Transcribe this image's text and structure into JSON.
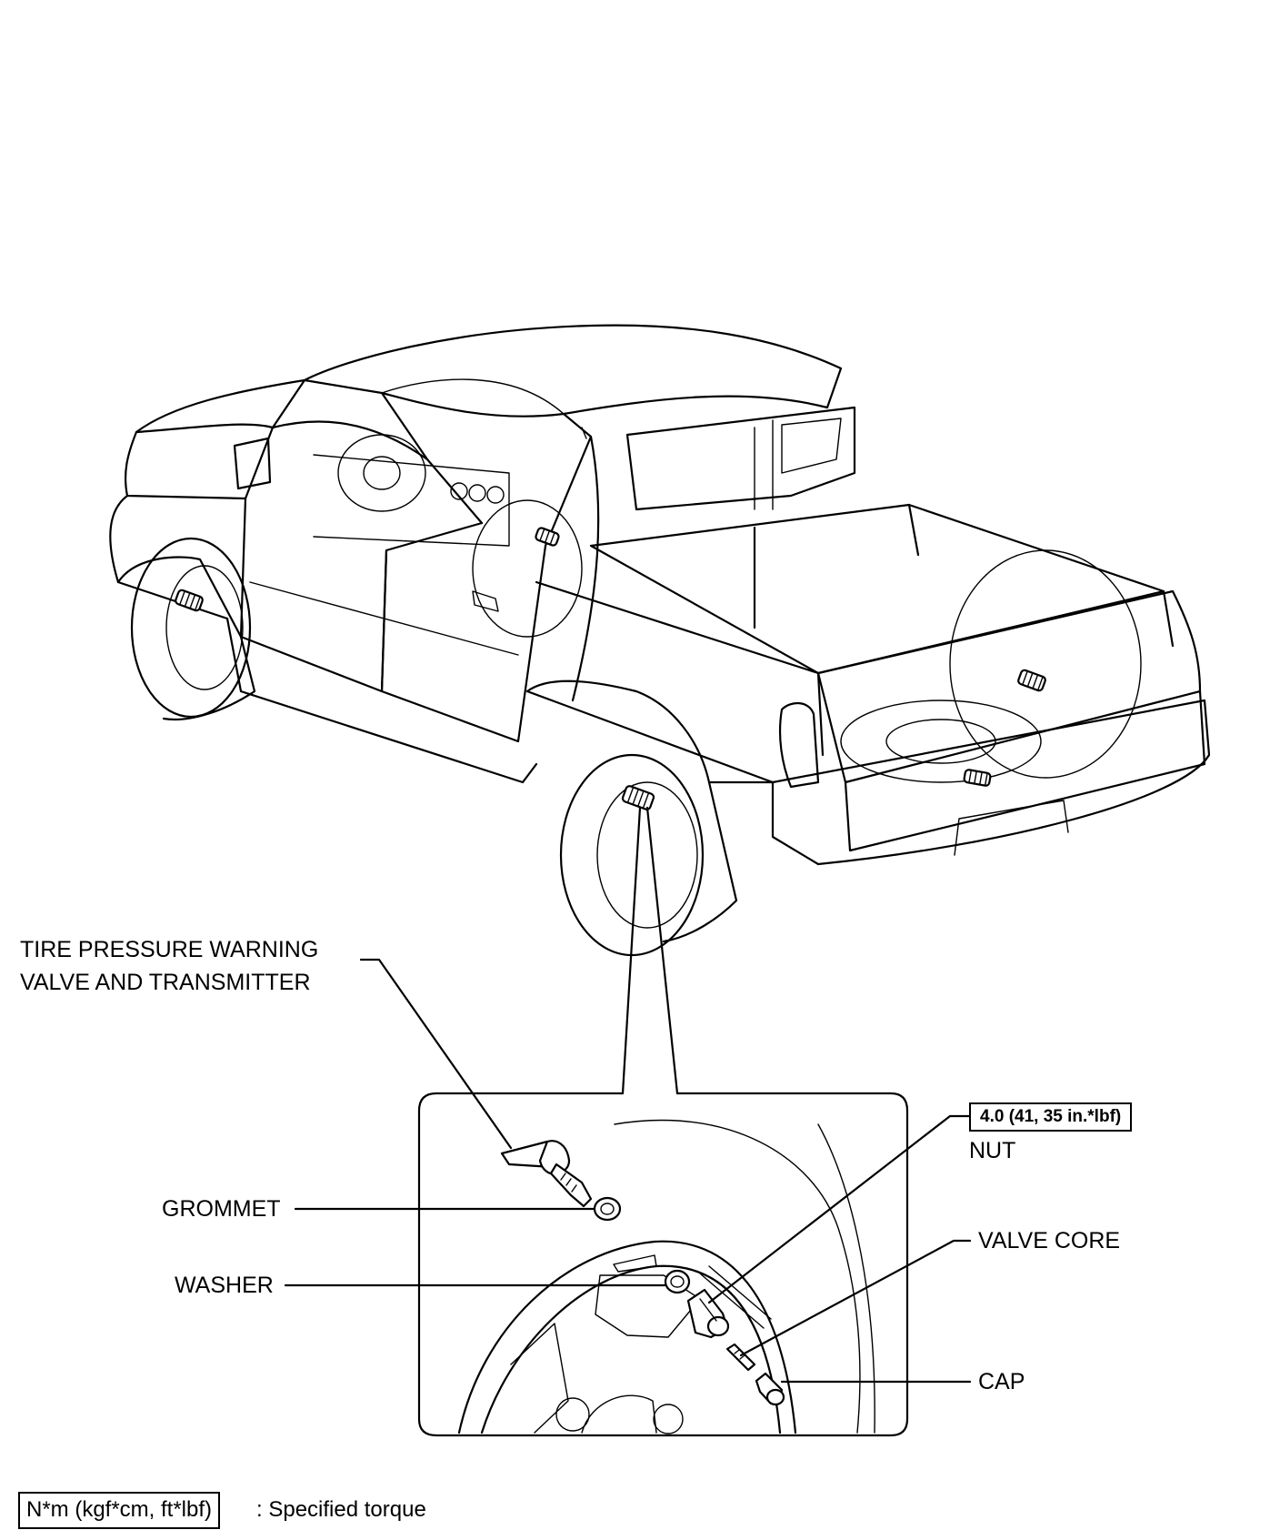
{
  "labels": {
    "transmitter_line1": "TIRE PRESSURE WARNING",
    "transmitter_line2": "VALVE AND TRANSMITTER",
    "grommet": "GROMMET",
    "washer": "WASHER",
    "nut_torque": "4.0 (41, 35 in.*lbf)",
    "nut": "NUT",
    "valve_core": "VALVE CORE",
    "cap": "CAP"
  },
  "legend": {
    "unit_box": "N*m (kgf*cm, ft*lbf)",
    "description": ": Specified torque"
  },
  "icons": [
    "pickup-truck-illustration",
    "valve-sensor-icon",
    "wheel-detail-icon"
  ],
  "colors": {
    "ink": "#000000",
    "paper": "#ffffff"
  }
}
